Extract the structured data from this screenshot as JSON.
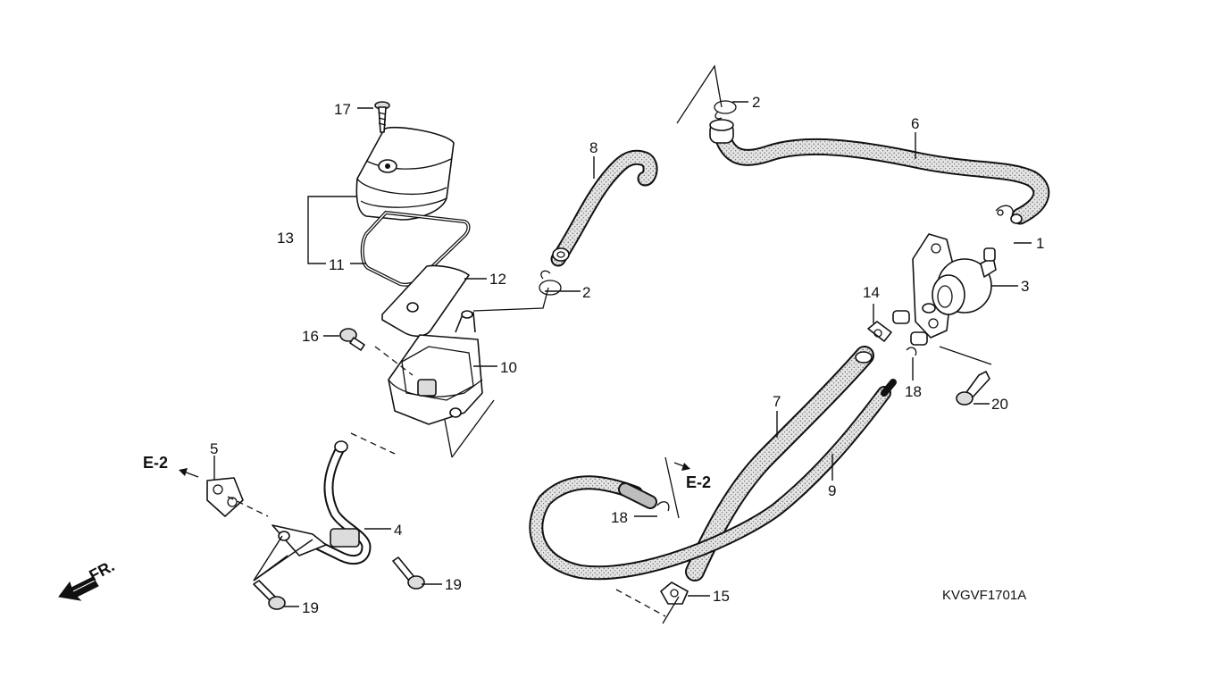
{
  "diagram_code": "KVGVF1701A",
  "front_indicator": "FR.",
  "refs": {
    "left": "E-2",
    "right": "E-2"
  },
  "callouts": {
    "c1": "1",
    "c2a": "2",
    "c2b": "2",
    "c3": "3",
    "c4": "4",
    "c5": "5",
    "c6": "6",
    "c7": "7",
    "c8": "8",
    "c9": "9",
    "c10": "10",
    "c11": "11",
    "c12": "12",
    "c13": "13",
    "c14": "14",
    "c15": "15",
    "c16": "16",
    "c17": "17",
    "c18a": "18",
    "c18b": "18",
    "c19a": "19",
    "c19b": "19",
    "c20": "20"
  },
  "colors": {
    "line": "#111111",
    "hose_fill": "#e4e4e4",
    "hose_dots": "#5a5a5a",
    "background": "#ffffff"
  }
}
